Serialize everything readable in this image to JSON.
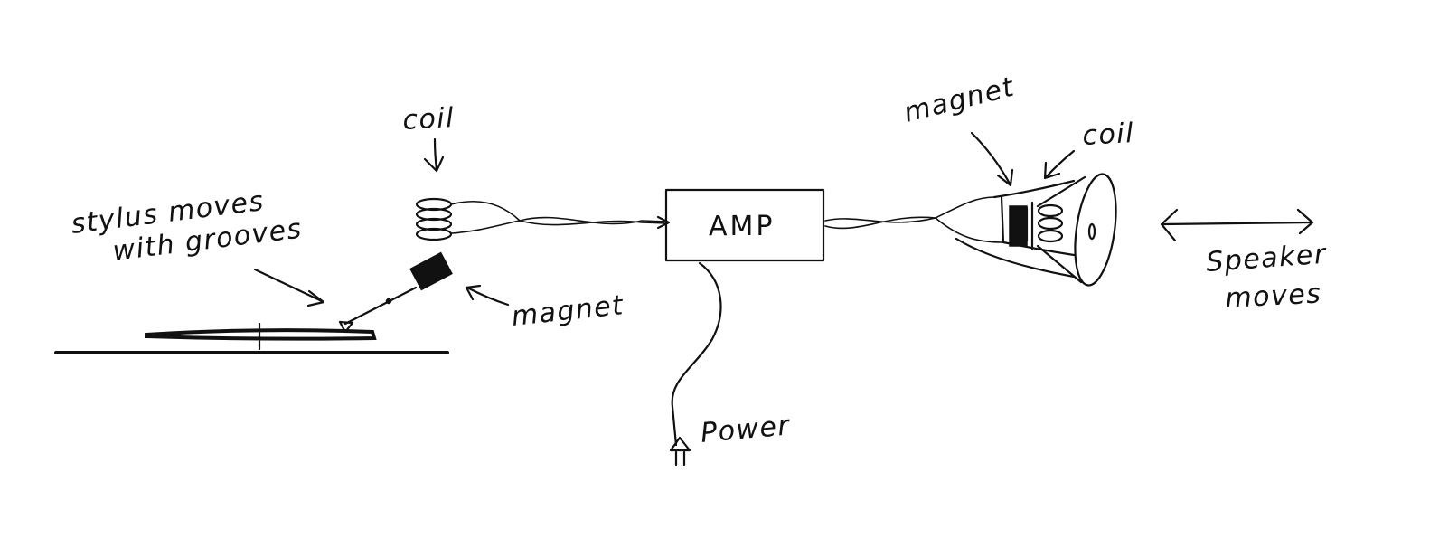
{
  "labels": {
    "coil_left": "coil",
    "stylus_line1": "stylus moves",
    "stylus_line2": "with grooves",
    "magnet_left": "magnet",
    "amp": "AMP",
    "power": "Power",
    "magnet_right": "magnet",
    "coil_right": "coil",
    "speaker_line1": "Speaker",
    "speaker_line2": "moves"
  },
  "colors": {
    "ink": "#111111",
    "background": "#ffffff"
  }
}
